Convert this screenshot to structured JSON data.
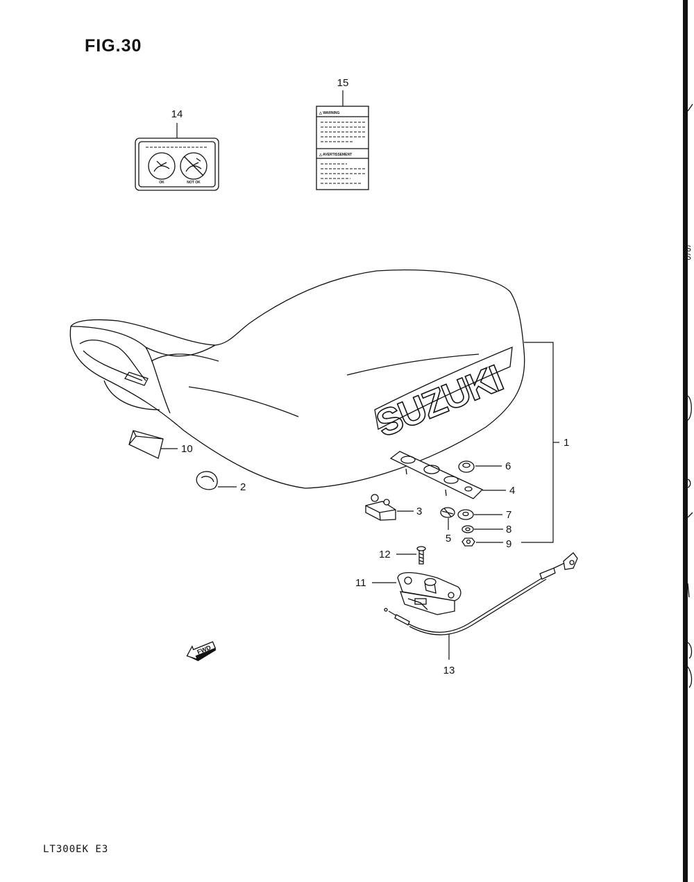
{
  "figure_title": "FIG.30",
  "model_code": "LT300EK  E3",
  "callouts": {
    "c1": "1",
    "c2": "2",
    "c3": "3",
    "c4": "4",
    "c5": "5",
    "c6": "6",
    "c7": "7",
    "c8": "8",
    "c9": "9",
    "c10": "10",
    "c11": "11",
    "c12": "12",
    "c13": "13",
    "c14": "14",
    "c15": "15"
  },
  "seat_logo": "SUZUKI",
  "fwd_arrow_label": "FWD",
  "label_14": {
    "ok": "OK",
    "not_ok": "NOT OK"
  },
  "label_15": {
    "warning": "△ WARNING",
    "avertissement": "△ AVERTISSEMENT"
  },
  "edge_fragment": "S\nS",
  "colors": {
    "ink": "#111111",
    "paper": "#ffffff"
  }
}
